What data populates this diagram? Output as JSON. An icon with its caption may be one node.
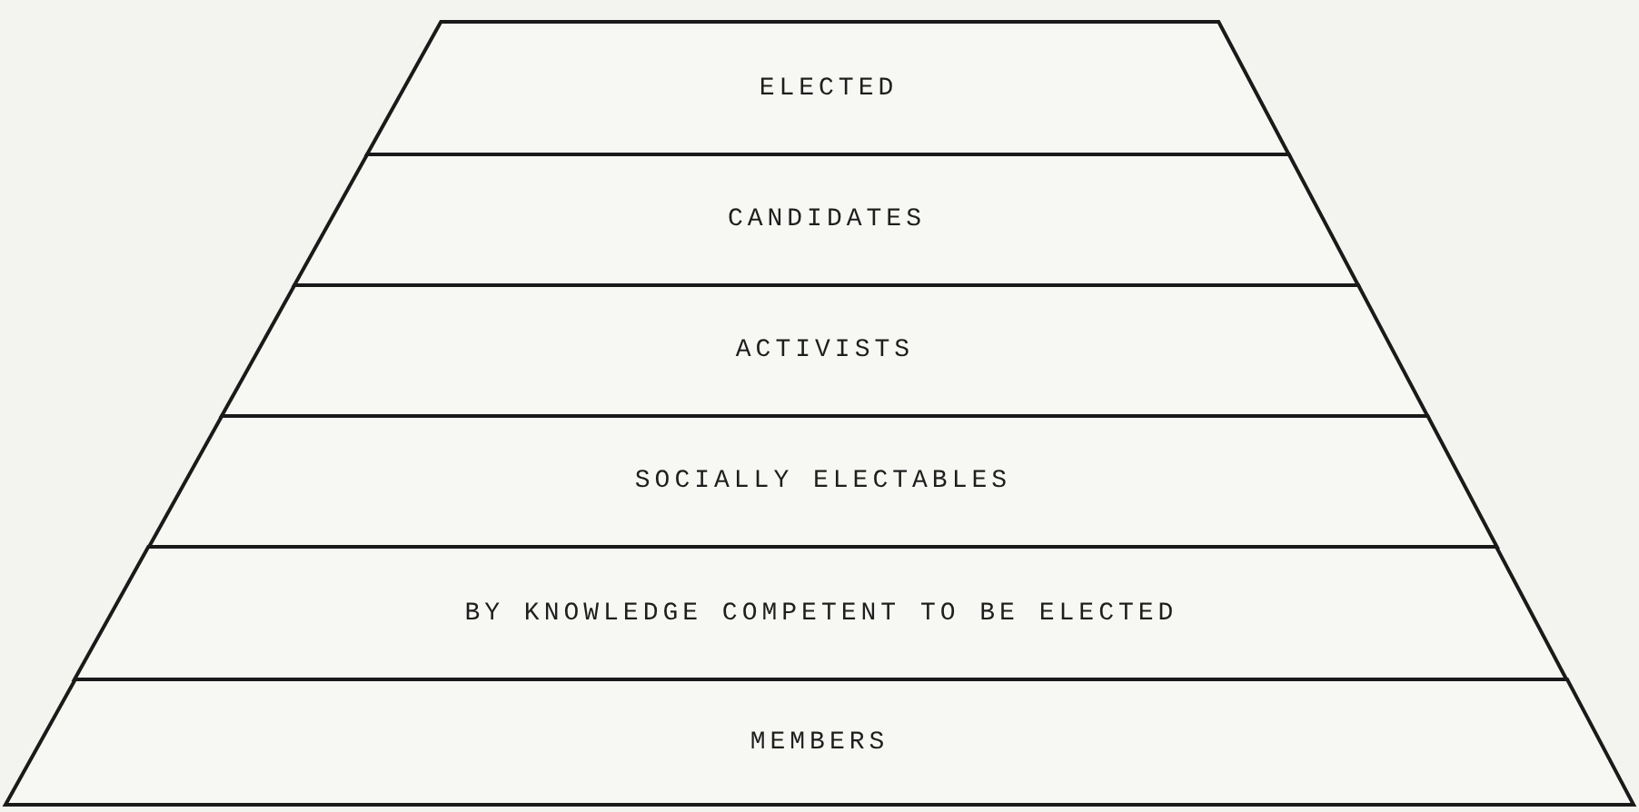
{
  "diagram": {
    "nodes": [
      {
        "text": [
          "ELECTED"
        ]
      },
      {
        "text": [
          "CANDIDATES"
        ]
      },
      {
        "text": [
          "ACTIVISTS"
        ]
      },
      {
        "text": [
          "SOCIALLY ELECTABLES"
        ]
      },
      {
        "text": [
          "BY KNOWLEDGE COMPETENT TO BE ELECTED"
        ]
      },
      {
        "text": [
          "MEMBERS"
        ]
      }
    ]
  }
}
